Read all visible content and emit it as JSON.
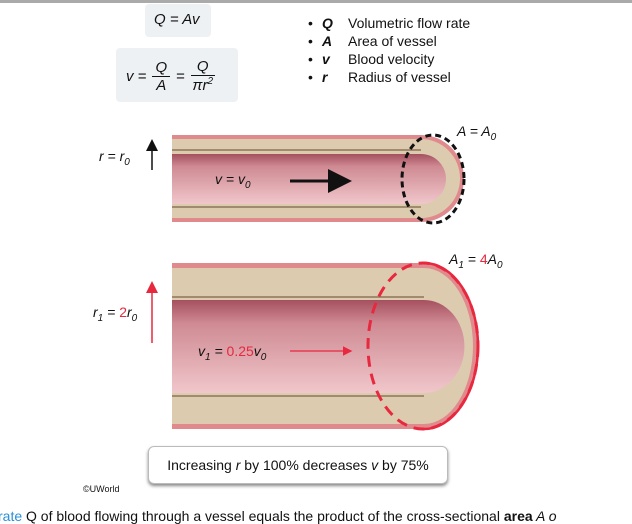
{
  "formulas": {
    "flow": "Q = Av",
    "velocity_lhs": "v =",
    "frac1_num": "Q",
    "frac1_den": "A",
    "eq": "=",
    "frac2_num": "Q",
    "frac2_den": "πr",
    "frac2_exp": "2"
  },
  "legend": [
    {
      "symbol": "Q",
      "text": "Volumetric flow rate"
    },
    {
      "symbol": "A",
      "text": "Area of vessel"
    },
    {
      "symbol": "v",
      "text": "Blood velocity"
    },
    {
      "symbol": "r",
      "text": "Radius of vessel"
    }
  ],
  "top_vessel": {
    "radius_label": "r = r",
    "radius_sub": "0",
    "velocity_label": "v = v",
    "velocity_sub": "0",
    "area_label": "A = A",
    "area_sub": "0"
  },
  "bottom_vessel": {
    "radius_pre": "r",
    "radius_pre_sub": "1",
    "radius_eq": " = ",
    "radius_factor": "2",
    "radius_post": "r",
    "radius_post_sub": "0",
    "velocity_pre": "v",
    "velocity_pre_sub": "1",
    "velocity_eq": " = ",
    "velocity_factor": "0.25",
    "velocity_post": "v",
    "velocity_post_sub": "0",
    "area_pre": "A",
    "area_pre_sub": "1",
    "area_eq": " = ",
    "area_factor": "4",
    "area_post": "A",
    "area_post_sub": "0"
  },
  "caption": {
    "pre": "Increasing ",
    "var1": "r",
    "mid": " by 100% decreases ",
    "var2": "v",
    "post": " by 75%"
  },
  "copyright": "©UWorld",
  "body_text": {
    "link": "rate",
    "text1": " Q of blood flowing through a vessel equals the product of the cross-sectional ",
    "bold": "area",
    "text2": " A o"
  },
  "colors": {
    "accent_red": "#e8283f",
    "link": "#2a8fd8"
  }
}
